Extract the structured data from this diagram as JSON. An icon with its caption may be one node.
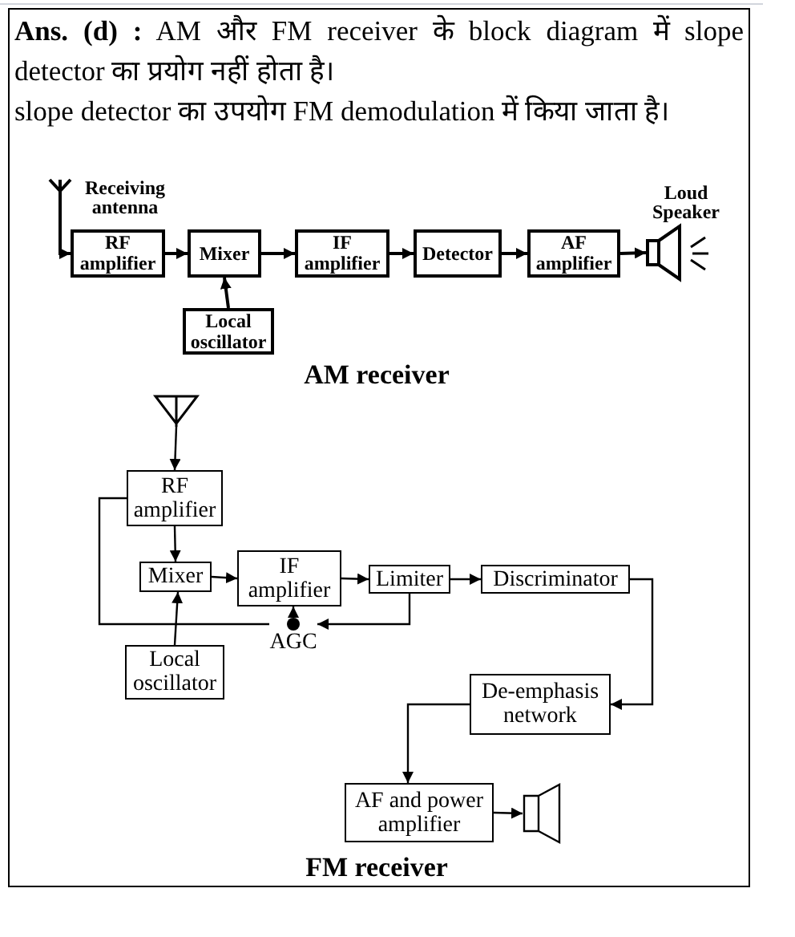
{
  "diagram": {
    "nodes": [
      {
        "text": [],
        "shape": "antenna",
        "beside": [
          "Receiving antenna"
        ]
      },
      {
        "text": [
          "RF amplifier"
        ]
      },
      {
        "text": [
          "Mixer"
        ]
      },
      {
        "text": [
          "IF amplifier"
        ]
      },
      {
        "text": [
          "Detector"
        ]
      },
      {
        "text": [
          "AF amplifier"
        ]
      },
      {
        "text": [],
        "shape": "speaker",
        "beside": [
          "Loud Speaker"
        ]
      },
      {
        "text": [
          "Local oscillator"
        ]
      },
      {
        "text": [],
        "shape": "antenna"
      },
      {
        "text": [
          "RF amplifier"
        ]
      },
      {
        "text": [
          "Mixer"
        ]
      },
      {
        "text": [
          "IF amplifier"
        ]
      },
      {
        "text": [
          "Limiter"
        ]
      },
      {
        "text": [
          "Discriminator"
        ]
      },
      {
        "text": [
          "De-emphasis network"
        ]
      },
      {
        "text": [
          "AF and power amplifier"
        ]
      },
      {
        "text": [],
        "shape": "speaker"
      },
      {
        "text": [
          "Local oscillator"
        ]
      },
      {
        "text": [
          "AGC"
        ]
      }
    ],
    "edges": [
      {
        "from": 0,
        "to": 1,
        "arrow": "to"
      },
      {
        "from": 1,
        "to": 2,
        "arrow": "to"
      },
      {
        "from": 2,
        "to": 3,
        "arrow": "to"
      },
      {
        "from": 3,
        "to": 4,
        "arrow": "to"
      },
      {
        "from": 4,
        "to": 5,
        "arrow": "to"
      },
      {
        "from": 5,
        "to": 6,
        "arrow": "to"
      },
      {
        "from": 7,
        "to": 2,
        "arrow": "to"
      },
      {
        "from": 8,
        "to": 9,
        "arrow": "to"
      },
      {
        "from": 9,
        "to": 10,
        "arrow": "to"
      },
      {
        "from": 10,
        "to": 11,
        "arrow": "to"
      },
      {
        "from": 11,
        "to": 12,
        "arrow": "to"
      },
      {
        "from": 12,
        "to": 13,
        "arrow": "to"
      },
      {
        "from": 13,
        "to": 14,
        "arrow": "to"
      },
      {
        "from": 14,
        "to": 15,
        "arrow": "to"
      },
      {
        "from": 15,
        "to": 16,
        "arrow": "to"
      },
      {
        "from": 17,
        "to": 10,
        "arrow": "to"
      },
      {
        "from": 12,
        "to": 18,
        "arrow": "to"
      },
      {
        "from": 18,
        "to": 11,
        "arrow": "to"
      },
      {
        "from": 18,
        "to": 9,
        "arrow": "none"
      }
    ],
    "labels": [
      "**Ans. (d) :** AM और FM receiver के block diagram में slope detector का प्रयोग नहीं होता है।",
      "slope detector का उपयोग FM demodulation में किया जाता है।",
      "AM receiver",
      "FM receiver"
    ]
  }
}
